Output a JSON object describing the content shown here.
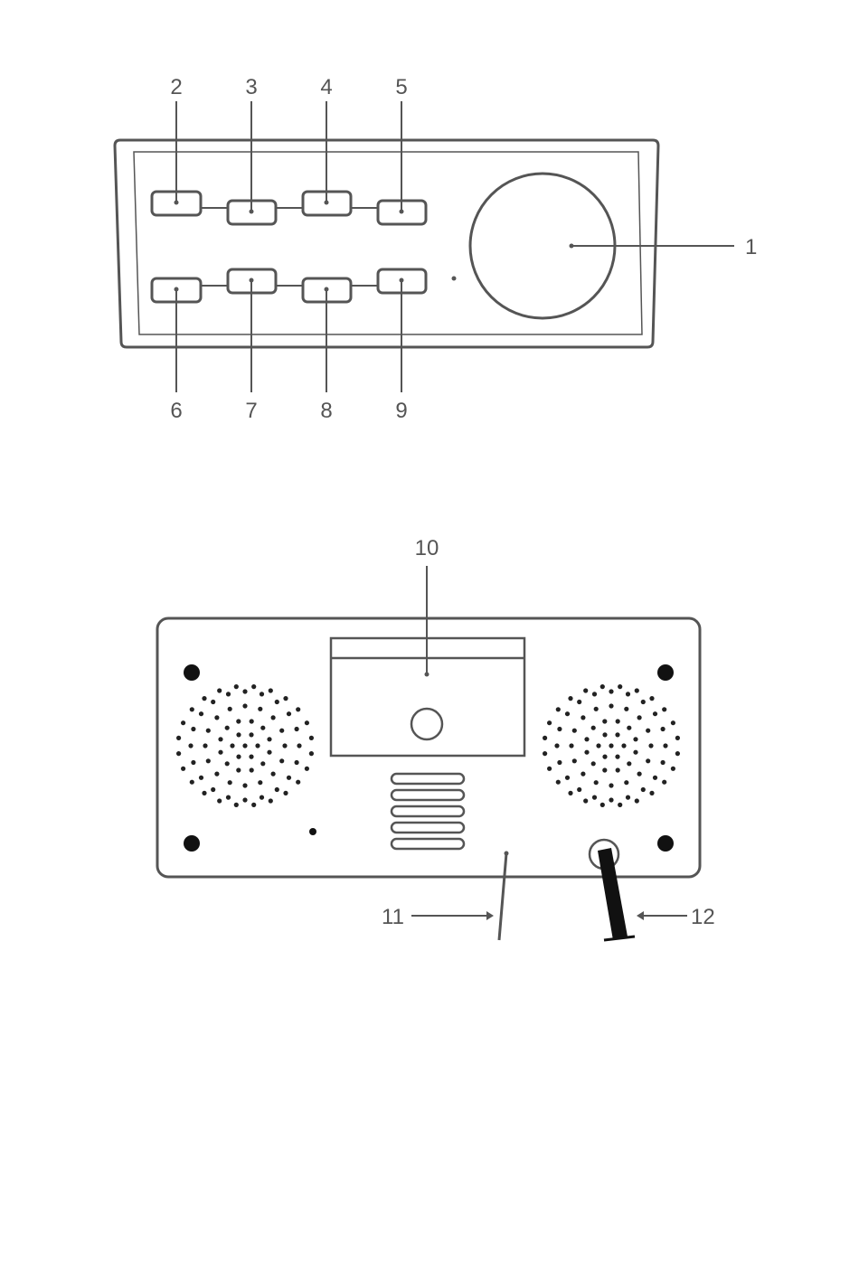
{
  "front_view": {
    "callouts": {
      "c1": "1",
      "c2": "2",
      "c3": "3",
      "c4": "4",
      "c5": "5",
      "c6": "6",
      "c7": "7",
      "c8": "8",
      "c9": "9"
    }
  },
  "rear_view": {
    "callouts": {
      "c10": "10",
      "c11": "11",
      "c12": "12"
    }
  },
  "colors": {
    "line": "#555555",
    "dark": "#111111",
    "background": "#ffffff"
  }
}
